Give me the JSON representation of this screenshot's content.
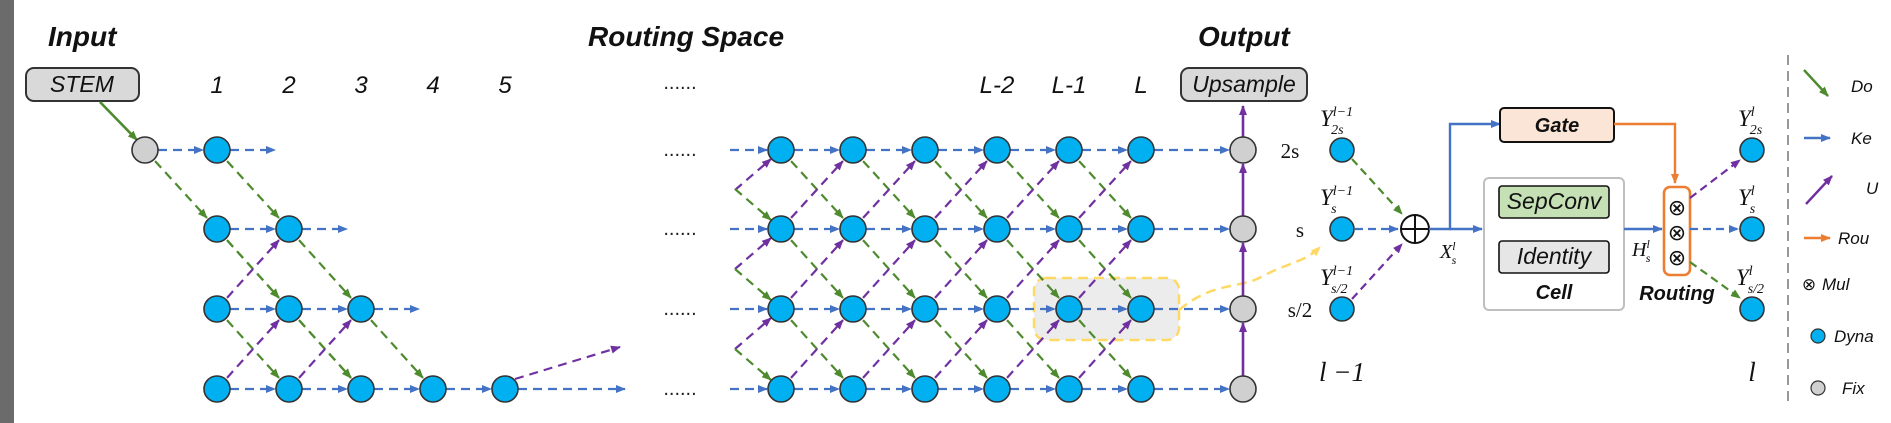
{
  "headings": {
    "input": "Input",
    "routing_space": "Routing Space",
    "output": "Output"
  },
  "stem_label": "STEM",
  "upsample_label": "Upsample",
  "columns": [
    "1",
    "2",
    "3",
    "4",
    "5",
    "L-2",
    "L-1",
    "L"
  ],
  "ellipsis": "......",
  "scale_labels": [
    "2s",
    "s",
    "s/2"
  ],
  "cell_labels": {
    "y_prev": "Y",
    "sup_prev": "l−1",
    "sub_2s": "2s",
    "sub_s": "s",
    "sub_s2": "s/2",
    "x": "X",
    "x_sup": "l",
    "x_sub": "s",
    "h": "H",
    "h_sup": "l",
    "h_sub": "s",
    "y_next_sup": "l",
    "layer_prev": "l −1",
    "layer_next": "l"
  },
  "cell_boxes": {
    "gate": "Gate",
    "sepconv": "SepConv",
    "identity": "Identity",
    "cell": "Cell",
    "routing": "Routing"
  },
  "multiply_symbol": "⊗",
  "legend": [
    {
      "text": "Do",
      "icon": "down-arrow-icon",
      "color": "#4e8a2e"
    },
    {
      "text": "Ke",
      "icon": "keep-arrow-icon",
      "color": "#4472c4"
    },
    {
      "text": "U",
      "icon": "up-arrow-icon",
      "color": "#7030a0"
    },
    {
      "text": "Rou",
      "icon": "routing-arrow-icon",
      "color": "#ed7d31"
    },
    {
      "text": "Mul",
      "icon": "multiply-icon",
      "color": "#111111"
    },
    {
      "text": "Dyna",
      "icon": "dynamic-node-icon",
      "color": "#00b0f0"
    },
    {
      "text": "Fix",
      "icon": "fixed-node-icon",
      "color": "#d0d0d0"
    }
  ],
  "colors": {
    "down": "#4e8a2e",
    "keep": "#4472c4",
    "up": "#7030a0",
    "routing": "#ed7d31",
    "dynamic_node": "#00b0f0",
    "fixed_node": "#d0d0d0",
    "highlight": "#ffd966",
    "gate_fill": "#fbe5d6",
    "sepconv_fill": "#c5e0b4",
    "identity_fill": "#e7e6e6"
  }
}
